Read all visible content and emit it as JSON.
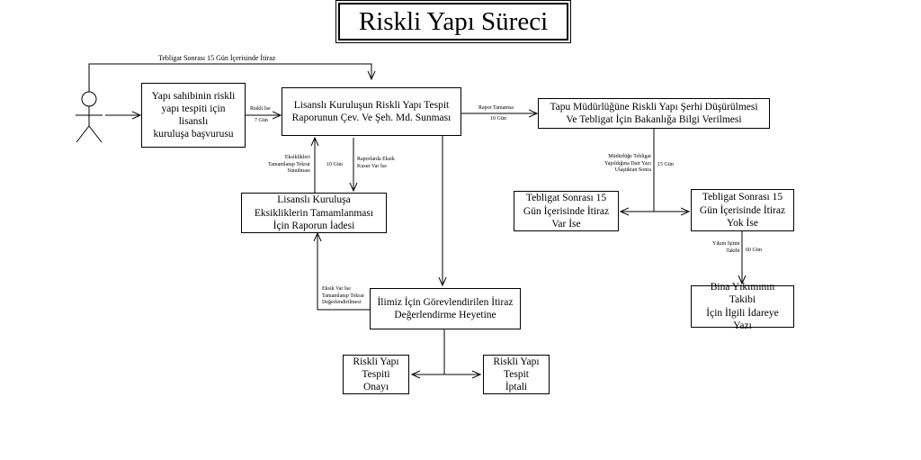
{
  "title": "Riskli Yapı Süreci",
  "boxes": {
    "basvuru": "Yapı sahibinin riskli\nyapı tespiti için lisanslı\nkuruluşa başvurusu",
    "rapor": "Lisanslı Kuruluşun Riskli Yapı Tespit\nRaporunun Çev. Ve Şeh.  Md. Sunması",
    "tapu": "Tapu Müdürlüğüne Riskli Yapı Şerhi Düşürülmesi\nVe Tebligat İçin Bakanlığa Bilgi Verilmesi",
    "iade": "Lisanslı Kuruluşa\nEksikliklerin Tamamlanması\nİçin Raporun İadesi",
    "itiraz_var": "Tebligat Sonrası 15\nGün İçerisinde İtiraz\nVar İse",
    "itiraz_yok": "Tebligat Sonrası 15\nGün İçerisinde İtiraz\nYok İse",
    "heyet": "İlimiz İçin Görevlendirilen İtiraz\nDeğerlendirme Heyetine",
    "yikim": "Bina Yıkımının Takibi\nİçin İlgili İdareye Yazı",
    "onay": "Riskli Yapı\nTespiti\nOnayı",
    "iptal": "Riskli Yapı\nTespit\nİptali"
  },
  "labels": {
    "top_itiraz": "Tebligat Sonrası 15 Gün İçerisinde İtiraz",
    "riskli_ise": "Riskli İse",
    "riskli_gun": "7 Gün",
    "rapor_tamamsa": "Rapor Tamamsa",
    "tapu_gun": "10 Gün",
    "eksik_tamam": "Eksiklikleri\nTamamlanıp Tekrar\nSunulması",
    "eksik_gun": "10 Gün",
    "raporda_eksik": "Raporlarda Eksik\nKusur Var İse",
    "mudurluge": "Müdürlüğe Tebligat\nYapıldığına Dair Yazı\nUlaştıktan Sonra",
    "mudurluge_gun": "15 Gün",
    "yikim_isi": "Yıkım İşinin\nTakibi",
    "yikim_gun": "60 Gün",
    "heyet_eksik": "Eksik Var İse\nTamamlanıp Tekrar\nDeğerlendirilmesi"
  }
}
